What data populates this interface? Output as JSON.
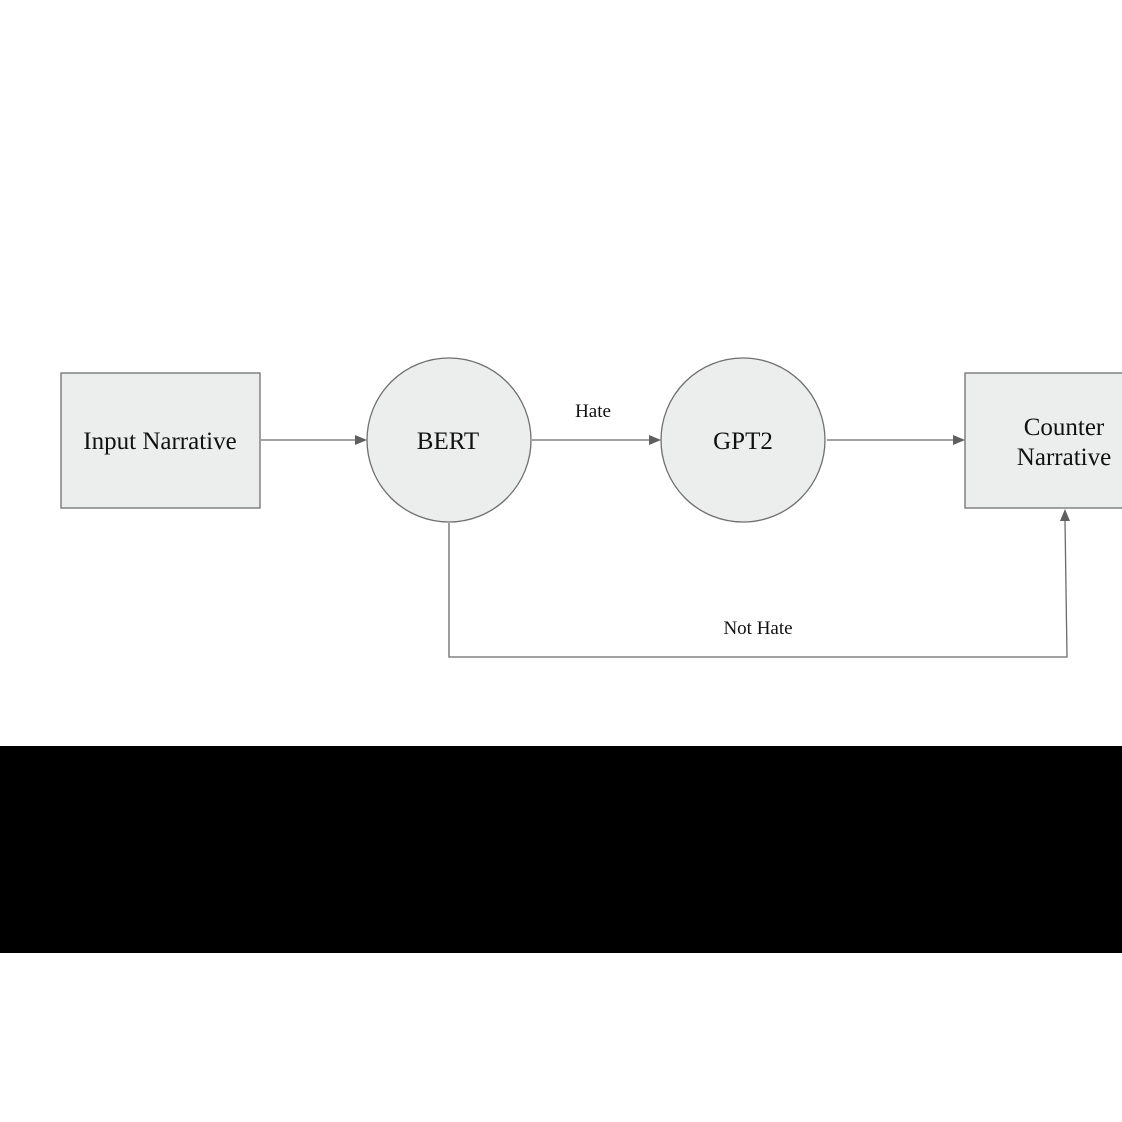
{
  "diagram": {
    "nodes": {
      "input": {
        "label": "Input Narrative"
      },
      "bert": {
        "label": "BERT"
      },
      "gpt2": {
        "label": "GPT2"
      },
      "counter": {
        "label_line1": "Counter",
        "label_line2": "Narrative"
      }
    },
    "edges": {
      "hate": {
        "label": "Hate"
      },
      "not_hate": {
        "label": "Not Hate"
      }
    }
  },
  "colors": {
    "node_fill": "#eceeed",
    "stroke": "#6f6f6f",
    "band": "#000000"
  }
}
